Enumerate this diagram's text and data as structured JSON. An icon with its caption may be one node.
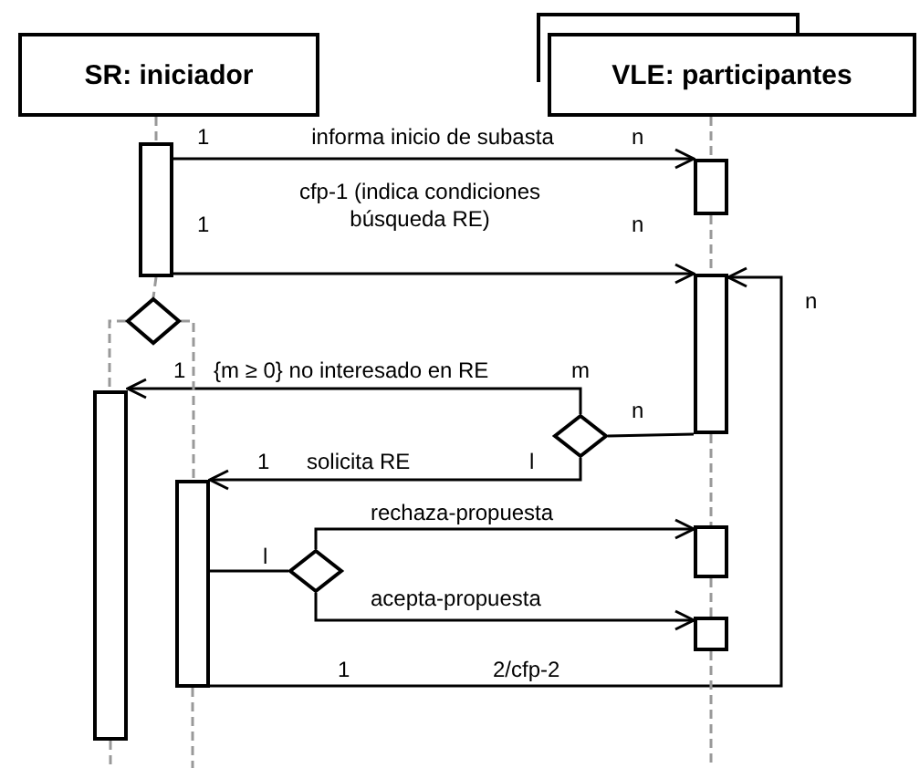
{
  "diagram": {
    "nodes": [
      {
        "text": [
          "SR: iniciador"
        ]
      },
      {
        "text": [
          "VLE: participantes"
        ]
      },
      {
        "text": [],
        "shape": "bar"
      },
      {
        "text": [],
        "shape": "bar"
      },
      {
        "text": [],
        "shape": "bar"
      },
      {
        "text": [],
        "shape": "diamond"
      },
      {
        "text": [],
        "shape": "bar"
      },
      {
        "text": [],
        "shape": "bar"
      },
      {
        "text": [],
        "shape": "diamond"
      },
      {
        "text": [],
        "shape": "diamond"
      },
      {
        "text": [],
        "shape": "bar"
      },
      {
        "text": [],
        "shape": "bar"
      }
    ],
    "edges": [
      {
        "from": 2,
        "to": 3,
        "arrow": "to",
        "label": "informa inicio de subasta",
        "color": "#000000"
      },
      {
        "from": 2,
        "to": 4,
        "arrow": "to",
        "label": "cfp-1 (indica condiciones búsqueda RE)",
        "color": "#000000"
      },
      {
        "from": 4,
        "to": 8,
        "arrow": "none",
        "color": "#000000"
      },
      {
        "from": 8,
        "to": 6,
        "arrow": "to",
        "label": "{m ≥ 0} no interesado en RE",
        "color": "#000000"
      },
      {
        "from": 8,
        "to": 7,
        "arrow": "to",
        "label": "solicita RE",
        "color": "#000000"
      },
      {
        "from": 7,
        "to": 9,
        "arrow": "none",
        "color": "#000000"
      },
      {
        "from": 9,
        "to": 10,
        "arrow": "to",
        "label": "rechaza-propuesta",
        "color": "#000000"
      },
      {
        "from": 9,
        "to": 11,
        "arrow": "to",
        "label": "acepta-propuesta",
        "color": "#000000"
      },
      {
        "from": 7,
        "to": 4,
        "arrow": "to",
        "label": "2/cfp-2",
        "color": "#000000"
      },
      {
        "from": 0,
        "to": 2,
        "arrow": "none",
        "style": "dashed",
        "color": "#999999"
      },
      {
        "from": 2,
        "to": 5,
        "arrow": "none",
        "style": "dashed",
        "color": "#999999"
      },
      {
        "from": 5,
        "to": 6,
        "arrow": "none",
        "style": "dashed",
        "color": "#999999"
      },
      {
        "from": 5,
        "to": 7,
        "arrow": "none",
        "style": "dashed",
        "color": "#999999"
      },
      {
        "from": 6,
        "to": null,
        "arrow": "none",
        "style": "dashed",
        "color": "#999999"
      },
      {
        "from": 7,
        "to": null,
        "arrow": "none",
        "style": "dashed",
        "color": "#999999"
      },
      {
        "from": 1,
        "to": 3,
        "arrow": "none",
        "style": "dashed",
        "color": "#999999"
      },
      {
        "from": 3,
        "to": 4,
        "arrow": "none",
        "style": "dashed",
        "color": "#999999"
      },
      {
        "from": 4,
        "to": 10,
        "arrow": "none",
        "style": "dashed",
        "color": "#999999"
      },
      {
        "from": 10,
        "to": 11,
        "arrow": "none",
        "style": "dashed",
        "color": "#999999"
      },
      {
        "from": 11,
        "to": null,
        "arrow": "none",
        "style": "dashed",
        "color": "#999999"
      }
    ],
    "labels": [
      "1",
      "n",
      "1",
      "n",
      "n",
      "1",
      "m",
      "n",
      "1",
      "l",
      "l",
      "1"
    ]
  }
}
